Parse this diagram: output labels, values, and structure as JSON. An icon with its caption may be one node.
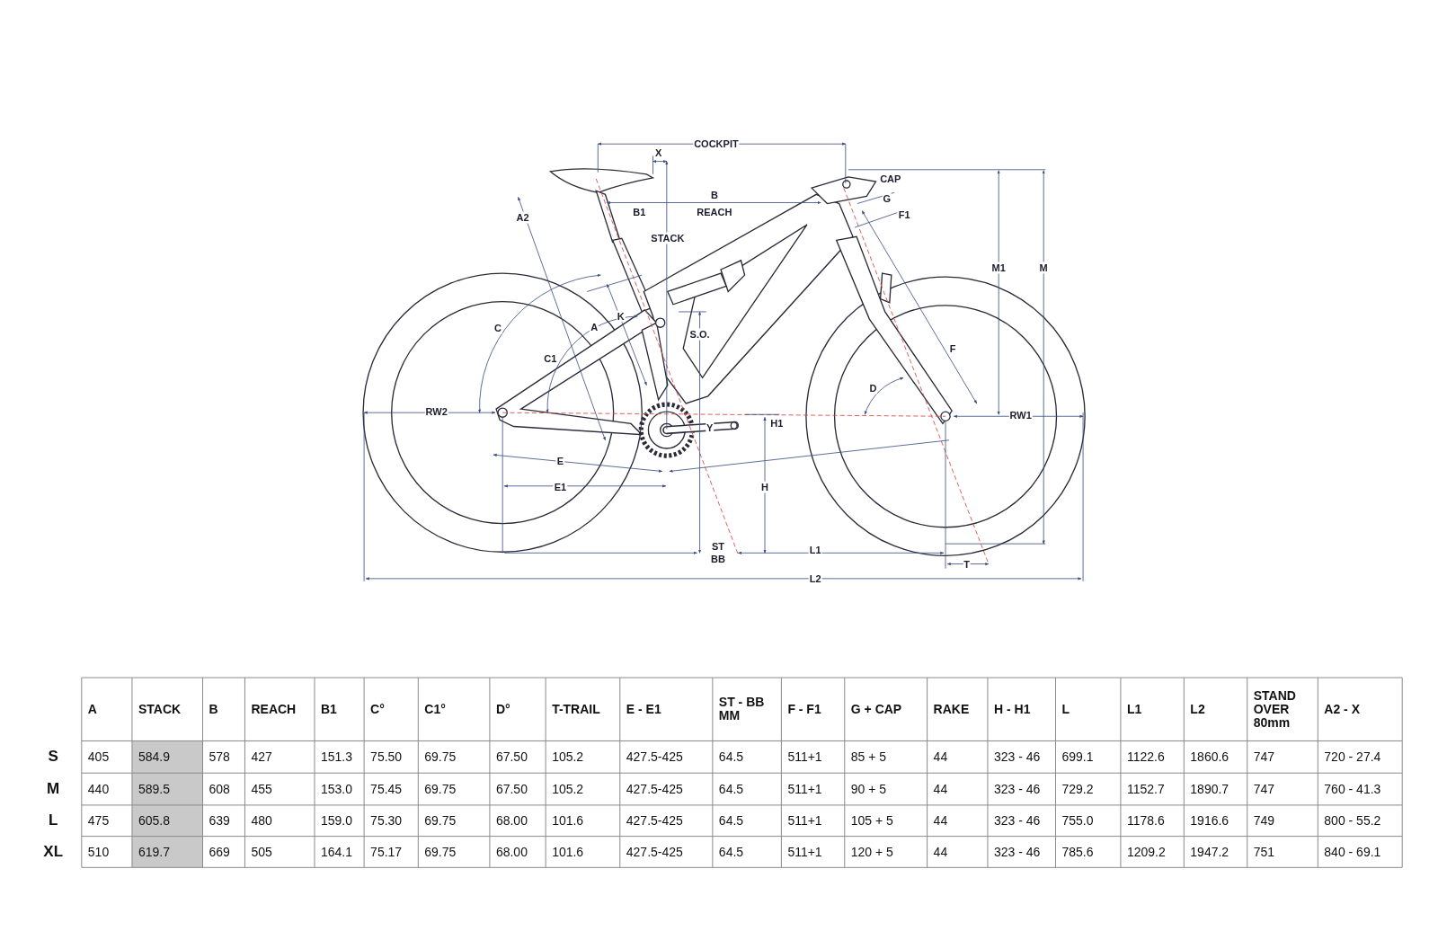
{
  "diagram": {
    "labels": [
      "COCKPIT",
      "X",
      "CAP",
      "B",
      "G",
      "A2",
      "B1",
      "REACH",
      "F1",
      "STACK",
      "M1",
      "M",
      "C",
      "A",
      "K",
      "S.O.",
      "F",
      "C1",
      "D",
      "RW2",
      "RW1",
      "Y",
      "H1",
      "E",
      "E1",
      "H",
      "ST",
      "L1",
      "BB",
      "T",
      "L2",
      "A",
      "STACK",
      "B",
      "REACH",
      "B1",
      "C°",
      "C1°",
      "D°",
      "T-TRAIL",
      "E - E1",
      "ST - BB MM",
      "F - F1",
      "G + CAP",
      "RAKE",
      "H - H1",
      "L",
      "L1",
      "L2",
      "STAND OVER 80mm",
      "A2 - X",
      "S",
      "405",
      "584.9",
      "578",
      "427",
      "151.3",
      "75.50",
      "69.75",
      "67.50",
      "105.2",
      "427.5-425",
      "64.5",
      "511+1",
      "85 + 5",
      "44",
      "323 - 46",
      "699.1",
      "1122.6",
      "1860.6",
      "747",
      "720 - 27.4",
      "M",
      "440",
      "589.5",
      "608",
      "455",
      "153.0",
      "75.45",
      "69.75",
      "67.50",
      "105.2",
      "427.5-425",
      "64.5",
      "511+1",
      "90 + 5",
      "44",
      "323 - 46",
      "729.2",
      "1152.7",
      "1890.7",
      "747",
      "760 - 41.3",
      "L",
      "475",
      "605.8",
      "639",
      "480",
      "159.0",
      "75.30",
      "69.75",
      "68.00",
      "101.6",
      "427.5-425",
      "64.5",
      "511+1",
      "105 + 5",
      "44",
      "323 - 46",
      "755.0",
      "1178.6",
      "1916.6",
      "749",
      "800 - 55.2",
      "XL",
      "510",
      "619.7",
      "669",
      "505",
      "164.1",
      "75.17",
      "69.75",
      "68.00",
      "101.6",
      "427.5-425",
      "64.5",
      "511+1",
      "120 + 5",
      "44",
      "323 - 46",
      "785.6",
      "1209.2",
      "1947.2",
      "751",
      "840 - 69.1"
    ]
  }
}
